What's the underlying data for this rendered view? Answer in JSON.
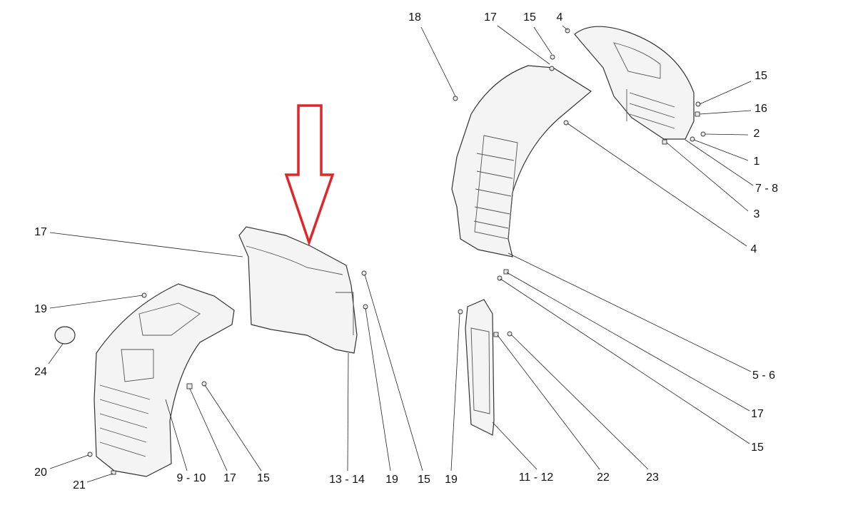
{
  "diagram": {
    "callouts": [
      "18",
      "17",
      "15",
      "4",
      "15",
      "16",
      "2",
      "1",
      "7 - 8",
      "3",
      "4",
      "17",
      "19",
      "24",
      "20",
      "21",
      "9 - 10",
      "17",
      "15",
      "13 - 14",
      "19",
      "15",
      "19",
      "11 - 12",
      "22",
      "23",
      "5 - 6",
      "17",
      "15"
    ],
    "arrow_color": "#e0262b"
  }
}
